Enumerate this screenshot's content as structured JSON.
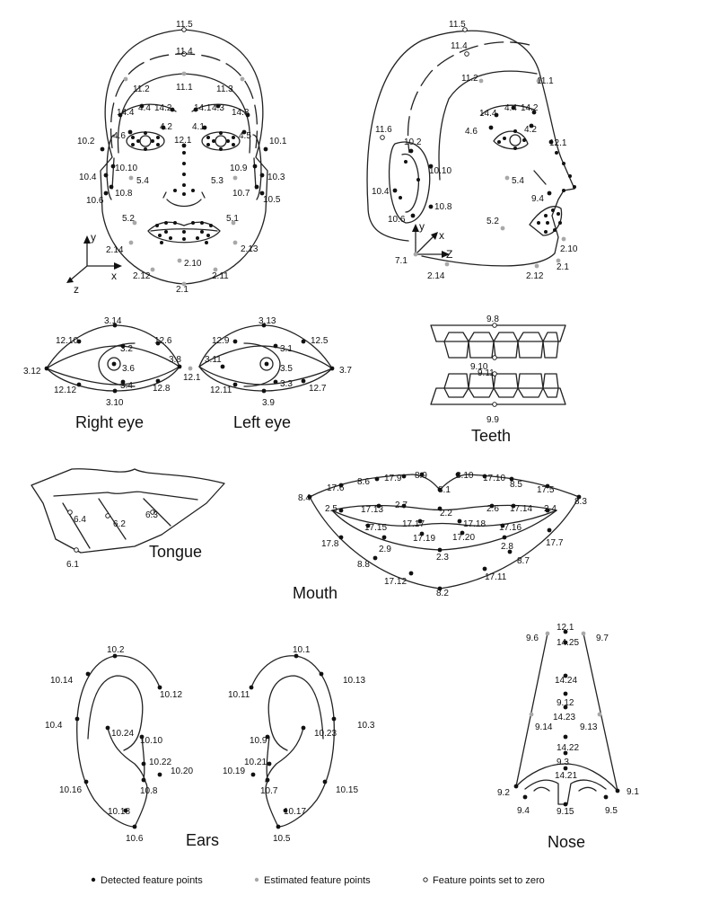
{
  "colors": {
    "detected": "#111111",
    "estimated": "#a8a8a8",
    "zero_fill": "#ffffff",
    "line": "#222222"
  },
  "captions": {
    "right_eye": "Right eye",
    "left_eye": "Left eye",
    "teeth": "Teeth",
    "tongue": "Tongue",
    "mouth": "Mouth",
    "ears": "Ears",
    "nose": "Nose"
  },
  "axes": {
    "front": {
      "y": "y",
      "x": "x",
      "z": "z"
    },
    "side": {
      "y": "y",
      "x": "x",
      "z": "Z"
    }
  },
  "legend": [
    {
      "type": "detected",
      "text": "Detected feature points"
    },
    {
      "type": "estimated",
      "text": "Estimated feature points"
    },
    {
      "type": "zero",
      "text": "Feature points set to zero"
    }
  ],
  "points": {
    "front_face": [
      {
        "label": "11.5",
        "type": "zero"
      },
      {
        "label": "11.4",
        "type": "zero"
      },
      {
        "label": "11.2",
        "type": "estimated"
      },
      {
        "label": "11.1",
        "type": "estimated"
      },
      {
        "label": "11.3",
        "type": "estimated"
      },
      {
        "label": "14.4",
        "type": "detected"
      },
      {
        "label": "4.4",
        "type": "detected"
      },
      {
        "label": "14.2",
        "type": "detected"
      },
      {
        "label": "14.1",
        "type": "detected"
      },
      {
        "label": "4.3",
        "type": "detected"
      },
      {
        "label": "14.3",
        "type": "detected"
      },
      {
        "label": "4.6",
        "type": "detected"
      },
      {
        "label": "4.2",
        "type": "detected"
      },
      {
        "label": "4.1",
        "type": "detected"
      },
      {
        "label": "4.5",
        "type": "detected"
      },
      {
        "label": "12.1",
        "type": "detected"
      },
      {
        "label": "10.2",
        "type": "detected"
      },
      {
        "label": "10.1",
        "type": "detected"
      },
      {
        "label": "10.10",
        "type": "detected"
      },
      {
        "label": "10.9",
        "type": "detected"
      },
      {
        "label": "10.4",
        "type": "detected"
      },
      {
        "label": "10.3",
        "type": "detected"
      },
      {
        "label": "5.4",
        "type": "estimated"
      },
      {
        "label": "5.3",
        "type": "estimated"
      },
      {
        "label": "10.6",
        "type": "detected"
      },
      {
        "label": "10.8",
        "type": "detected"
      },
      {
        "label": "10.7",
        "type": "detected"
      },
      {
        "label": "10.5",
        "type": "detected"
      },
      {
        "label": "5.2",
        "type": "estimated"
      },
      {
        "label": "5.1",
        "type": "estimated"
      },
      {
        "label": "2.14",
        "type": "estimated"
      },
      {
        "label": "2.13",
        "type": "estimated"
      },
      {
        "label": "2.10",
        "type": "estimated"
      },
      {
        "label": "2.12",
        "type": "estimated"
      },
      {
        "label": "2.11",
        "type": "estimated"
      },
      {
        "label": "2.1",
        "type": "estimated"
      }
    ],
    "side_face": [
      {
        "label": "11.5",
        "type": "zero"
      },
      {
        "label": "11.4",
        "type": "zero"
      },
      {
        "label": "11.2",
        "type": "estimated"
      },
      {
        "label": "11.1",
        "type": "estimated"
      },
      {
        "label": "14.4",
        "type": "detected"
      },
      {
        "label": "4.4",
        "type": "detected"
      },
      {
        "label": "14.2",
        "type": "detected"
      },
      {
        "label": "4.6",
        "type": "detected"
      },
      {
        "label": "4.2",
        "type": "detected"
      },
      {
        "label": "11.6",
        "type": "zero"
      },
      {
        "label": "10.2",
        "type": "detected"
      },
      {
        "label": "12.1",
        "type": "detected"
      },
      {
        "label": "10.10",
        "type": "detected"
      },
      {
        "label": "5.4",
        "type": "estimated"
      },
      {
        "label": "9.4",
        "type": "detected"
      },
      {
        "label": "10.4",
        "type": "detected"
      },
      {
        "label": "10.8",
        "type": "detected"
      },
      {
        "label": "10.6",
        "type": "detected"
      },
      {
        "label": "5.2",
        "type": "estimated"
      },
      {
        "label": "7.1",
        "type": "estimated"
      },
      {
        "label": "2.10",
        "type": "estimated"
      },
      {
        "label": "2.1",
        "type": "estimated"
      },
      {
        "label": "2.14",
        "type": "estimated"
      },
      {
        "label": "2.12",
        "type": "estimated"
      }
    ],
    "right_eye": [
      {
        "label": "3.14",
        "type": "detected"
      },
      {
        "label": "12.10",
        "type": "detected"
      },
      {
        "label": "12.6",
        "type": "detected"
      },
      {
        "label": "3.2",
        "type": "detected"
      },
      {
        "label": "3.8",
        "type": "detected"
      },
      {
        "label": "3.12",
        "type": "detected"
      },
      {
        "label": "3.6",
        "type": "detected"
      },
      {
        "label": "3.4",
        "type": "detected"
      },
      {
        "label": "12.12",
        "type": "detected"
      },
      {
        "label": "12.8",
        "type": "detected"
      },
      {
        "label": "3.10",
        "type": "detected"
      }
    ],
    "left_eye": [
      {
        "label": "3.13",
        "type": "detected"
      },
      {
        "label": "12.9",
        "type": "detected"
      },
      {
        "label": "12.5",
        "type": "detected"
      },
      {
        "label": "3.11",
        "type": "detected"
      },
      {
        "label": "3.1",
        "type": "detected"
      },
      {
        "label": "3.7",
        "type": "detected"
      },
      {
        "label": "12.1",
        "type": "estimated"
      },
      {
        "label": "3.5",
        "type": "detected"
      },
      {
        "label": "3.3",
        "type": "detected"
      },
      {
        "label": "12.11",
        "type": "detected"
      },
      {
        "label": "12.7",
        "type": "detected"
      },
      {
        "label": "3.9",
        "type": "detected"
      }
    ],
    "teeth": [
      {
        "label": "9.8",
        "type": "zero"
      },
      {
        "label": "9.10",
        "type": "zero"
      },
      {
        "label": "9.11",
        "type": "zero"
      },
      {
        "label": "9.9",
        "type": "zero"
      }
    ],
    "tongue": [
      {
        "label": "6.4",
        "type": "zero"
      },
      {
        "label": "6.2",
        "type": "zero"
      },
      {
        "label": "6.3",
        "type": "zero"
      },
      {
        "label": "6.1",
        "type": "zero"
      }
    ],
    "mouth": [
      {
        "label": "17.6",
        "type": "detected"
      },
      {
        "label": "8.6",
        "type": "detected"
      },
      {
        "label": "17.9",
        "type": "detected"
      },
      {
        "label": "8.9",
        "type": "detected"
      },
      {
        "label": "8.10",
        "type": "detected"
      },
      {
        "label": "17.10",
        "type": "detected"
      },
      {
        "label": "8.5",
        "type": "detected"
      },
      {
        "label": "17.5",
        "type": "detected"
      },
      {
        "label": "8.4",
        "type": "detected"
      },
      {
        "label": "8.1",
        "type": "detected"
      },
      {
        "label": "8.3",
        "type": "detected"
      },
      {
        "label": "2.5",
        "type": "detected"
      },
      {
        "label": "17.13",
        "type": "detected"
      },
      {
        "label": "2.7",
        "type": "detected"
      },
      {
        "label": "2.2",
        "type": "detected"
      },
      {
        "label": "2.6",
        "type": "detected"
      },
      {
        "label": "17.14",
        "type": "detected"
      },
      {
        "label": "2.4",
        "type": "detected"
      },
      {
        "label": "17.15",
        "type": "detected"
      },
      {
        "label": "17.17",
        "type": "detected"
      },
      {
        "label": "17.18",
        "type": "detected"
      },
      {
        "label": "17.16",
        "type": "detected"
      },
      {
        "label": "17.19",
        "type": "detected"
      },
      {
        "label": "17.20",
        "type": "detected"
      },
      {
        "label": "2.9",
        "type": "detected"
      },
      {
        "label": "2.8",
        "type": "detected"
      },
      {
        "label": "2.3",
        "type": "detected"
      },
      {
        "label": "17.8",
        "type": "detected"
      },
      {
        "label": "17.7",
        "type": "detected"
      },
      {
        "label": "8.8",
        "type": "detected"
      },
      {
        "label": "8.7",
        "type": "detected"
      },
      {
        "label": "17.12",
        "type": "detected"
      },
      {
        "label": "17.11",
        "type": "detected"
      },
      {
        "label": "8.2",
        "type": "detected"
      }
    ],
    "right_ear": [
      {
        "label": "10.2",
        "type": "detected"
      },
      {
        "label": "10.14",
        "type": "detected"
      },
      {
        "label": "10.12",
        "type": "detected"
      },
      {
        "label": "10.4",
        "type": "detected"
      },
      {
        "label": "10.24",
        "type": "detected"
      },
      {
        "label": "10.10",
        "type": "detected"
      },
      {
        "label": "10.22",
        "type": "detected"
      },
      {
        "label": "10.20",
        "type": "detected"
      },
      {
        "label": "10.8",
        "type": "detected"
      },
      {
        "label": "10.16",
        "type": "detected"
      },
      {
        "label": "10.18",
        "type": "detected"
      },
      {
        "label": "10.6",
        "type": "detected"
      }
    ],
    "left_ear": [
      {
        "label": "10.1",
        "type": "detected"
      },
      {
        "label": "10.11",
        "type": "detected"
      },
      {
        "label": "10.13",
        "type": "detected"
      },
      {
        "label": "10.3",
        "type": "detected"
      },
      {
        "label": "10.9",
        "type": "detected"
      },
      {
        "label": "10.23",
        "type": "detected"
      },
      {
        "label": "10.21",
        "type": "detected"
      },
      {
        "label": "10.19",
        "type": "detected"
      },
      {
        "label": "10.7",
        "type": "detected"
      },
      {
        "label": "10.15",
        "type": "detected"
      },
      {
        "label": "10.17",
        "type": "detected"
      },
      {
        "label": "10.5",
        "type": "detected"
      }
    ],
    "nose": [
      {
        "label": "12.1",
        "type": "detected"
      },
      {
        "label": "14.25",
        "type": "detected"
      },
      {
        "label": "9.6",
        "type": "estimated"
      },
      {
        "label": "9.7",
        "type": "estimated"
      },
      {
        "label": "14.24",
        "type": "detected"
      },
      {
        "label": "9.12",
        "type": "detected"
      },
      {
        "label": "14.23",
        "type": "detected"
      },
      {
        "label": "9.14",
        "type": "estimated"
      },
      {
        "label": "9.13",
        "type": "estimated"
      },
      {
        "label": "14.22",
        "type": "detected"
      },
      {
        "label": "9.3",
        "type": "detected"
      },
      {
        "label": "14.21",
        "type": "detected"
      },
      {
        "label": "9.2",
        "type": "detected"
      },
      {
        "label": "9.1",
        "type": "detected"
      },
      {
        "label": "9.4",
        "type": "detected"
      },
      {
        "label": "9.15",
        "type": "detected"
      },
      {
        "label": "9.5",
        "type": "detected"
      }
    ]
  }
}
